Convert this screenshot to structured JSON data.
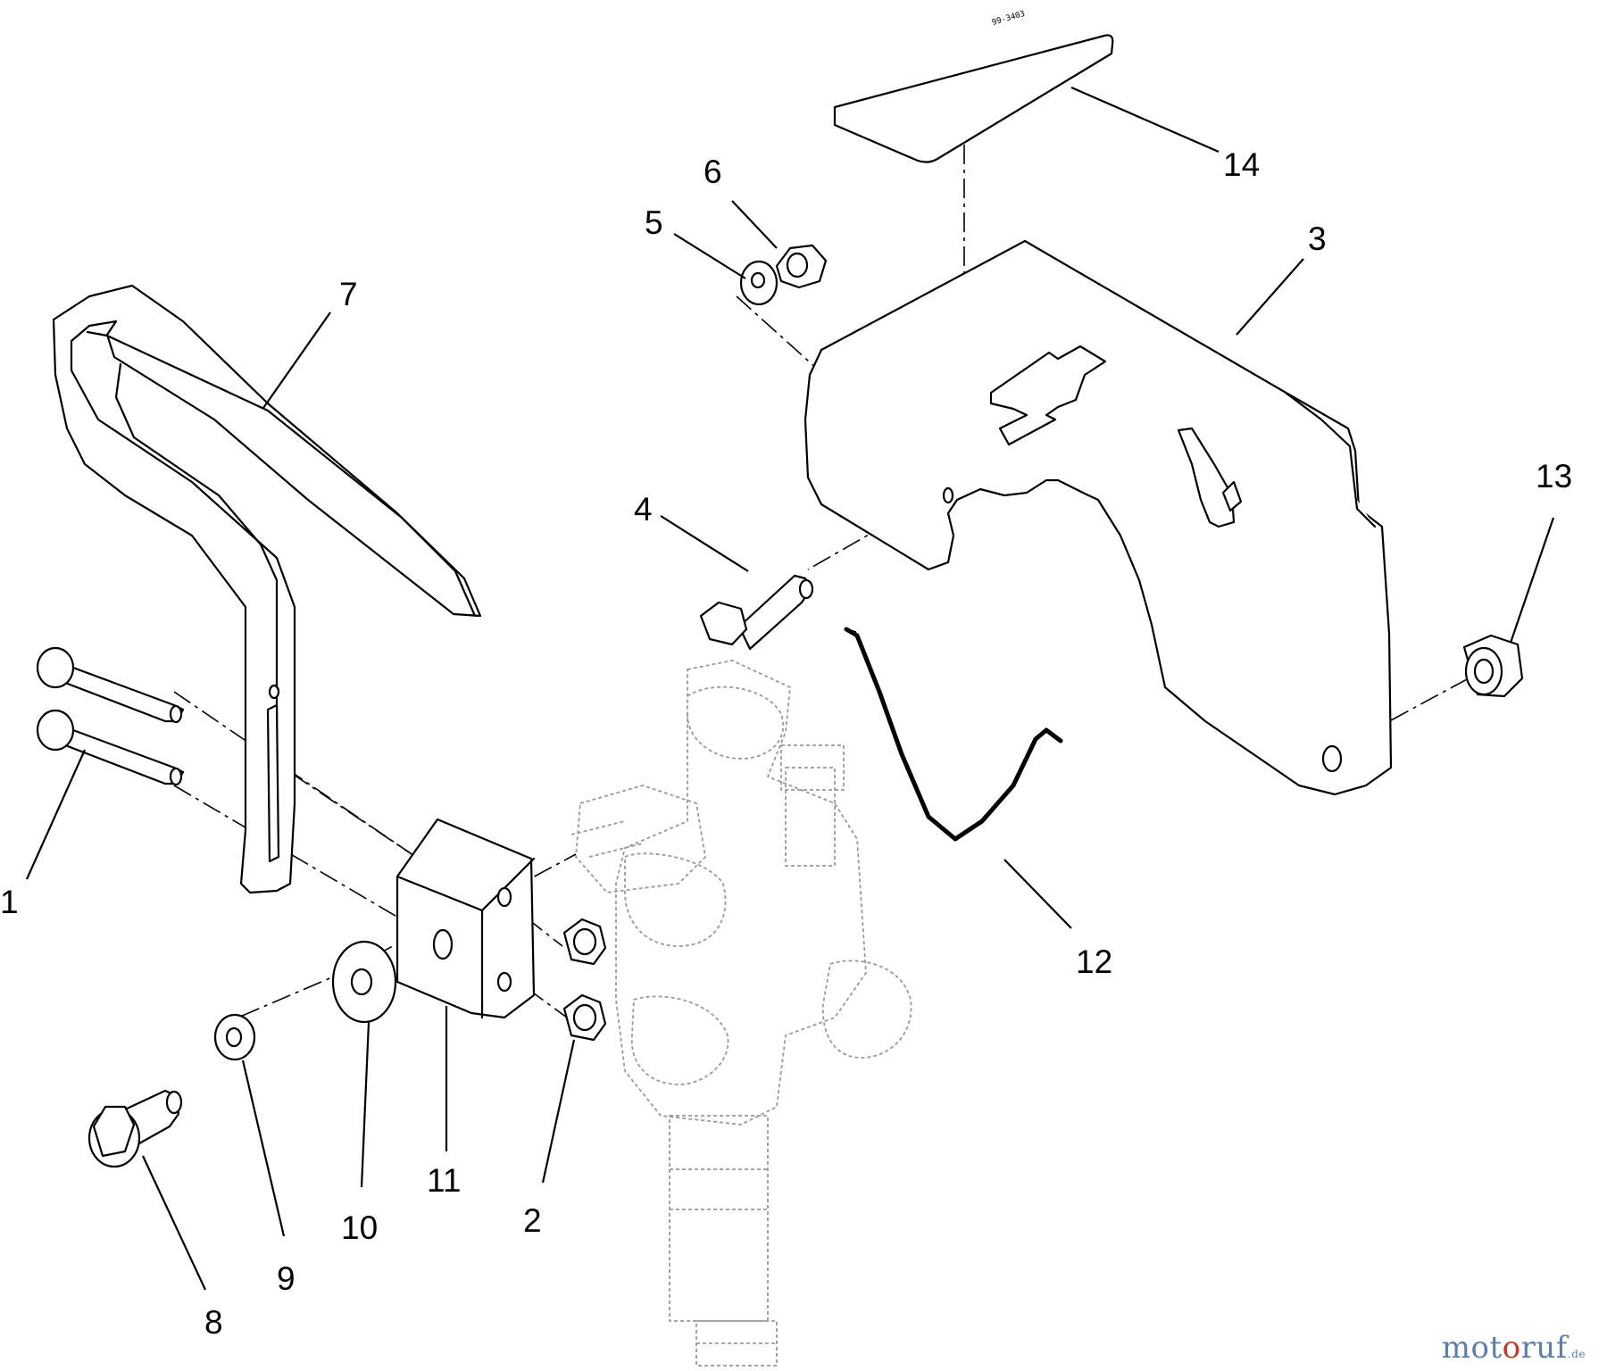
{
  "diagram": {
    "callouts": {
      "c1": "1",
      "c2": "2",
      "c3": "3",
      "c4": "4",
      "c5": "5",
      "c6": "6",
      "c7": "7",
      "c8": "8",
      "c9": "9",
      "c10": "10",
      "c11": "11",
      "c12": "12",
      "c13": "13",
      "c14": "14"
    },
    "decal_code": "99-3403"
  },
  "watermark": {
    "prefix": "mot",
    "accent": "o",
    "suffix": "ruf",
    "tld": ".de"
  }
}
